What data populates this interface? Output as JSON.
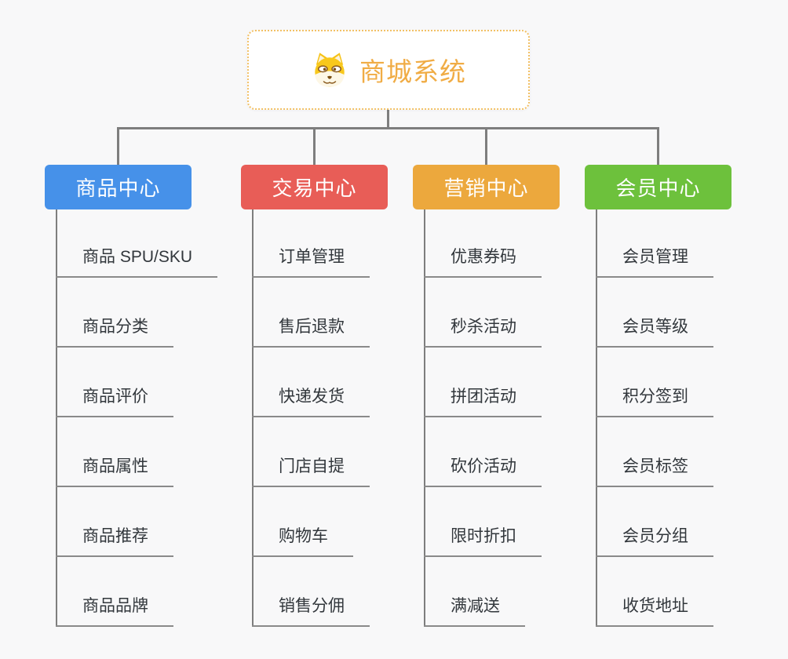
{
  "root": {
    "title": "商城系统",
    "icon": "doge-face-icon"
  },
  "branches": [
    {
      "label": "商品中心",
      "color": "#4691E9",
      "items": [
        "商品 SPU/SKU",
        "商品分类",
        "商品评价",
        "商品属性",
        "商品推荐",
        "商品品牌"
      ]
    },
    {
      "label": "交易中心",
      "color": "#E85D57",
      "items": [
        "订单管理",
        "售后退款",
        "快递发货",
        "门店自提",
        "购物车",
        "销售分佣"
      ]
    },
    {
      "label": "营销中心",
      "color": "#ECA83D",
      "items": [
        "优惠券码",
        "秒杀活动",
        "拼团活动",
        "砍价活动",
        "限时折扣",
        "满减送"
      ]
    },
    {
      "label": "会员中心",
      "color": "#6DC13C",
      "items": [
        "会员管理",
        "会员等级",
        "积分签到",
        "会员标签",
        "会员分组",
        "收货地址"
      ]
    }
  ],
  "colors": {
    "background": "#F8F8F9",
    "root_border": "#F2C065",
    "root_text": "#F0AC45",
    "connector": "#7E7E7E",
    "item_underline": "#8A8A8A",
    "item_text": "#32373C"
  }
}
